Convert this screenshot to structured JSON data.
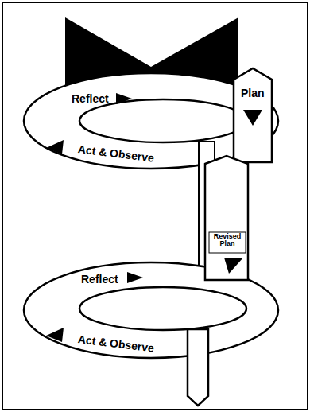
{
  "diagram": {
    "labels": [
      "Reflect",
      "Plan",
      "Act & Observe",
      "Revised Plan",
      "Reflect",
      "Act & Observe"
    ]
  }
}
